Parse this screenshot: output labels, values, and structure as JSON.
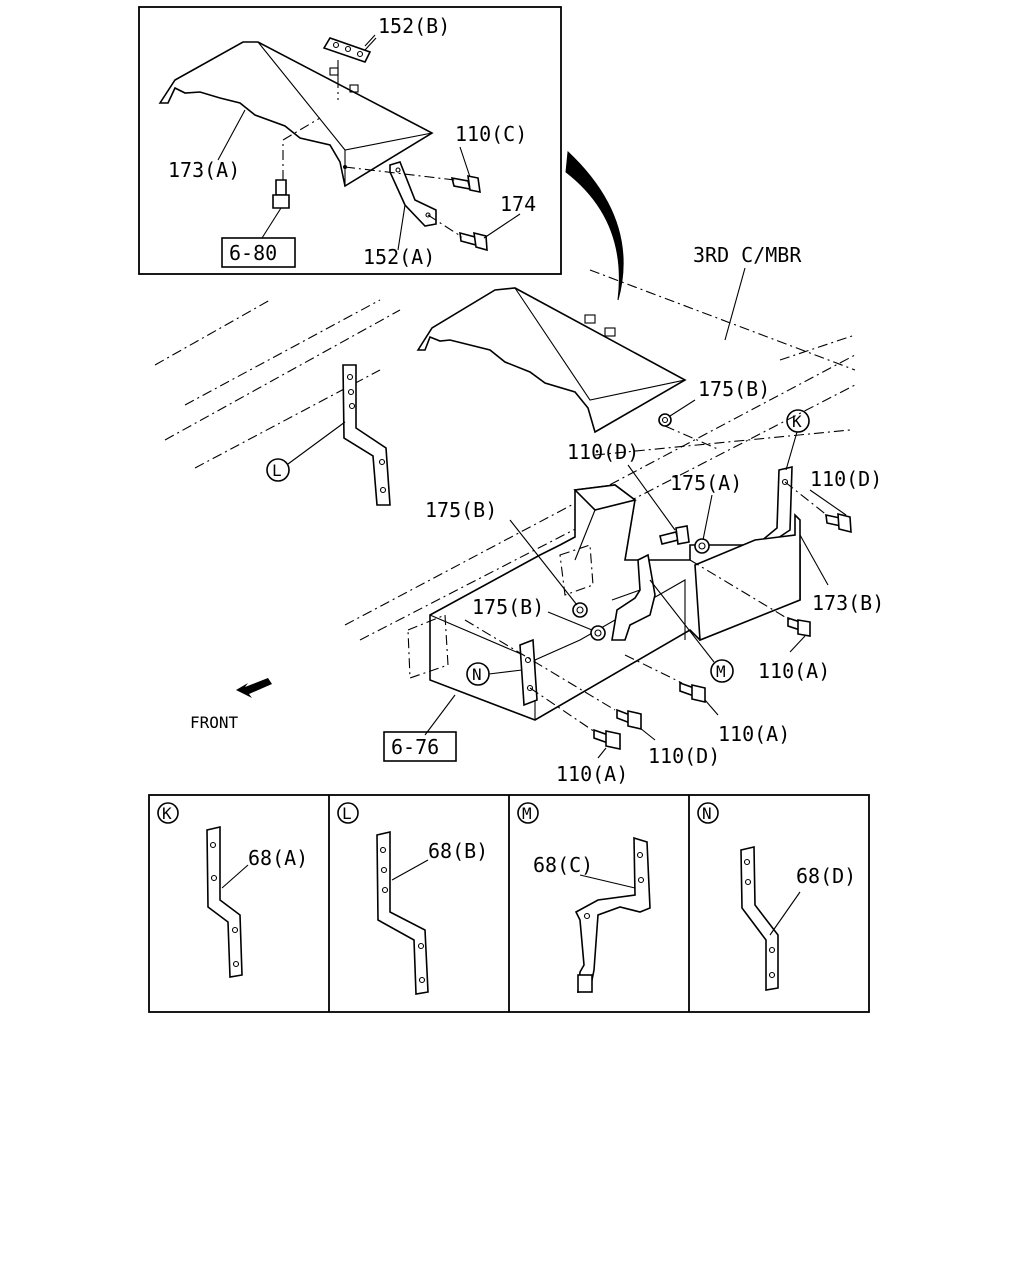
{
  "inset_labels": {
    "p152b": "152(B)",
    "p110c": "110(C)",
    "p173a": "173(A)",
    "p174": "174",
    "p152a": "152(A)",
    "ref680": "6-80"
  },
  "main_labels": {
    "member": "3RD C/MBR",
    "p175b_top": "175(B)",
    "p110d_1": "110(D)",
    "p175a": "175(A)",
    "p110d_2": "110(D)",
    "p175b_left": "175(B)",
    "p173b": "173(B)",
    "p175b_mid": "175(B)",
    "p110a_right": "110(A)",
    "front": "FRONT",
    "p110a_mid": "110(A)",
    "p110d_bottom": "110(D)",
    "p110a_bottom": "110(A)",
    "ref676": "6-76"
  },
  "callouts": {
    "k": "K",
    "l": "L",
    "m": "M",
    "n": "N"
  },
  "detail_panels": [
    {
      "key": "K",
      "part": "68(A)"
    },
    {
      "key": "L",
      "part": "68(B)"
    },
    {
      "key": "M",
      "part": "68(C)"
    },
    {
      "key": "N",
      "part": "68(D)"
    }
  ]
}
